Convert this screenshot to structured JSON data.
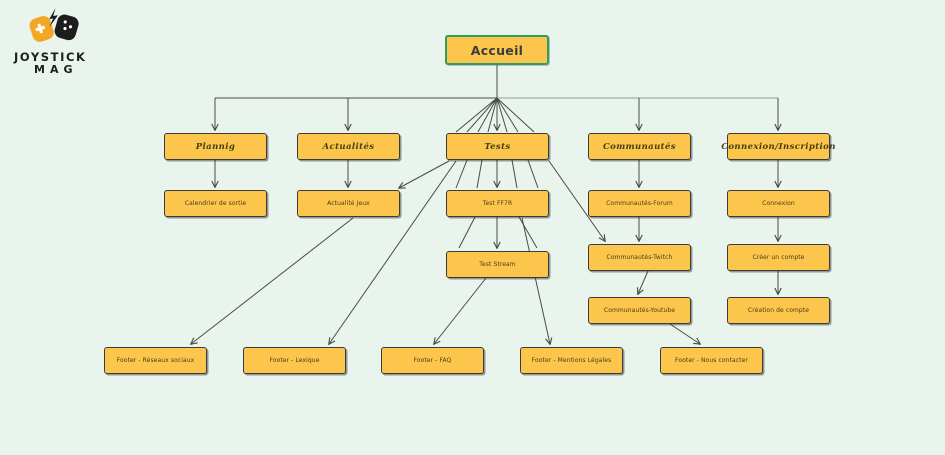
{
  "logo": {
    "title_line1": "JOYSTICK",
    "title_line2": "MAG",
    "icon": "gamepad-icon"
  },
  "palette": {
    "canvas_background": "#e9f4ec",
    "node_fill": "#fbc64b",
    "node_border": "#3b3b3b",
    "root_border": "#2f9e5f",
    "connector": "#4a4a4a",
    "connector_light": "#8f9e94",
    "logo_orange": "#f5a623",
    "logo_black": "#1d1d1d"
  },
  "nodes": [
    {
      "id": "accueil",
      "label": "Accueil",
      "type": "root"
    },
    {
      "id": "plannig",
      "label": "Plannig",
      "type": "section"
    },
    {
      "id": "actualites",
      "label": "Actualités",
      "type": "section"
    },
    {
      "id": "tests",
      "label": "Tests",
      "type": "section"
    },
    {
      "id": "communautes",
      "label": "Communautés",
      "type": "section"
    },
    {
      "id": "connexion-inscription",
      "label": "Connexion/Inscription",
      "type": "section"
    },
    {
      "id": "calendrier-de-sortie",
      "label": "Calendrier de sortie",
      "type": "page"
    },
    {
      "id": "actualite-jeux",
      "label": "Actualité Jeux",
      "type": "page"
    },
    {
      "id": "test-ff7r",
      "label": "Test FF7R",
      "type": "page"
    },
    {
      "id": "test-stream",
      "label": "Test Stream",
      "type": "page"
    },
    {
      "id": "communautes-forum",
      "label": "Communautés-Forum",
      "type": "page"
    },
    {
      "id": "communautes-twitch",
      "label": "Communautés-Twitch",
      "type": "page"
    },
    {
      "id": "communautes-youtube",
      "label": "Communautés-Youtube",
      "type": "page"
    },
    {
      "id": "connexion",
      "label": "Connexion",
      "type": "page"
    },
    {
      "id": "creer-un-compte",
      "label": "Créer un compte",
      "type": "page"
    },
    {
      "id": "creation-de-compte",
      "label": "Création de compte",
      "type": "page"
    },
    {
      "id": "footer-reseaux-sociaux",
      "label": "Footer - Réseaux sociaux",
      "type": "page"
    },
    {
      "id": "footer-lexique",
      "label": "Footer - Lexique",
      "type": "page"
    },
    {
      "id": "footer-faq",
      "label": "Footer - FAQ",
      "type": "page"
    },
    {
      "id": "footer-mentions-legales",
      "label": "Footer - Mentions Légales",
      "type": "page"
    },
    {
      "id": "footer-nous-contacter",
      "label": "Footer - Nous contacter",
      "type": "page"
    }
  ]
}
